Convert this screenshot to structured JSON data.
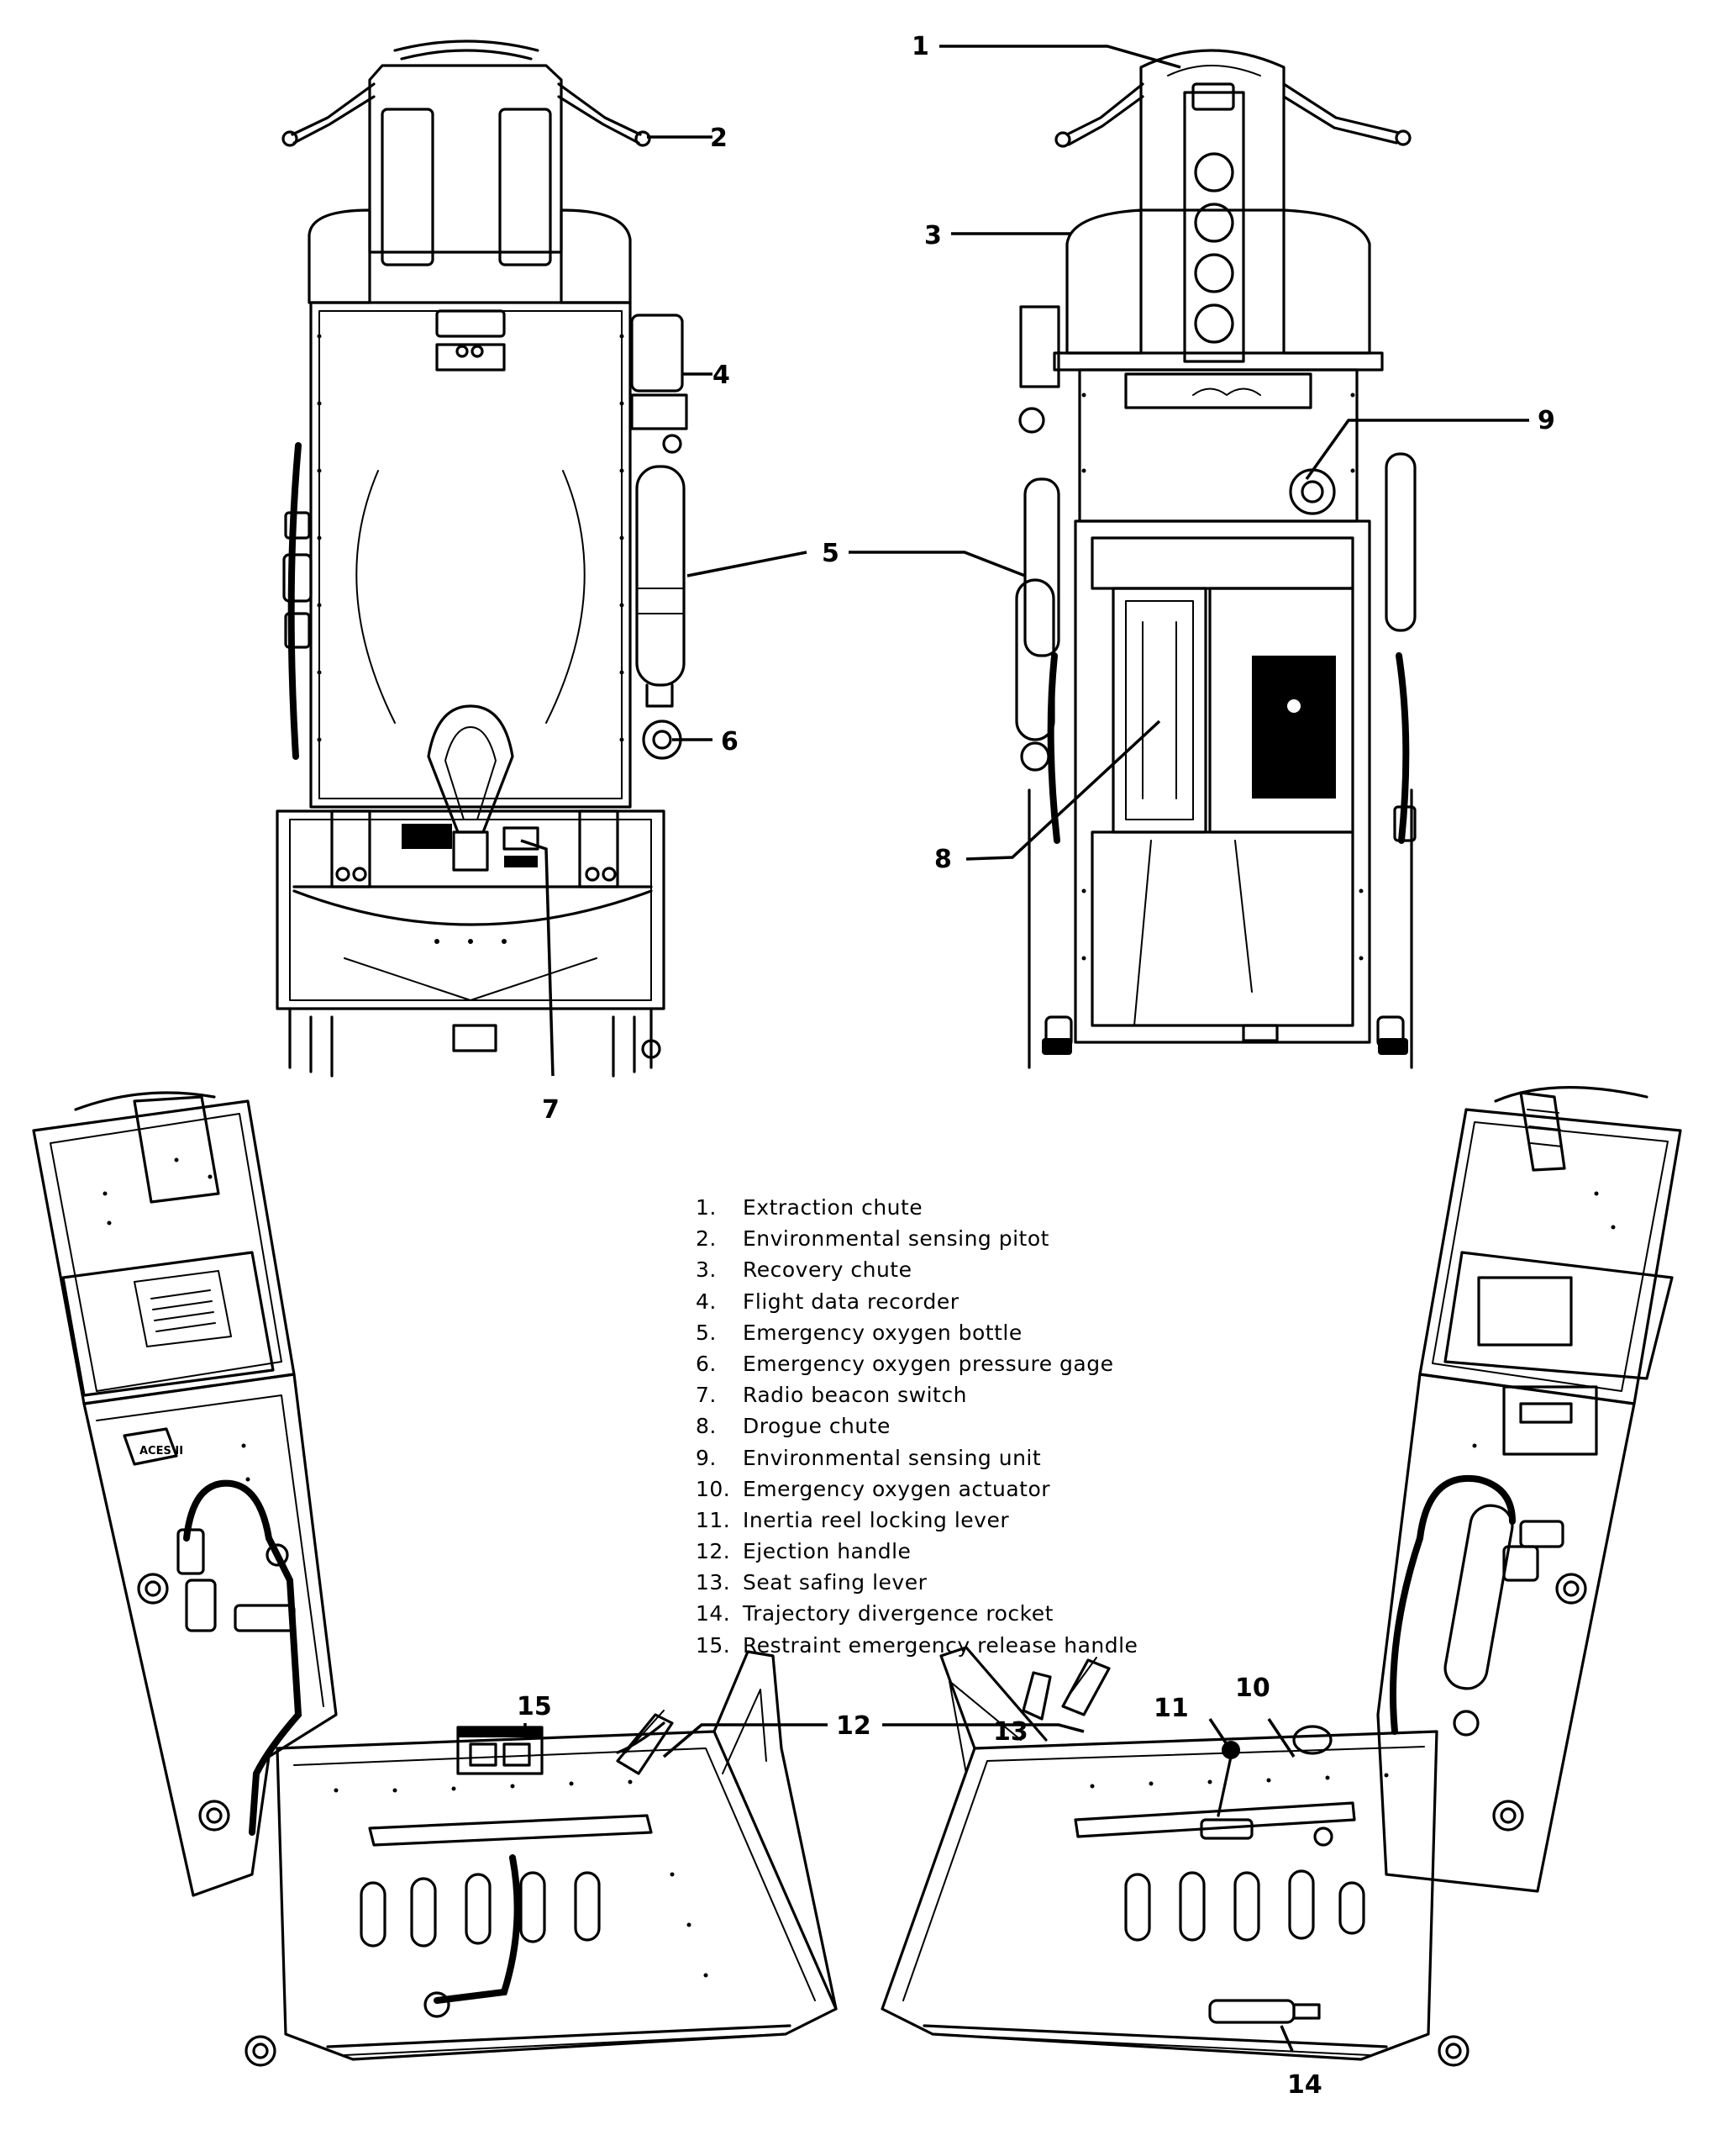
{
  "callouts": [
    "1",
    "2",
    "3",
    "4",
    "5",
    "6",
    "7",
    "8",
    "9",
    "10",
    "11",
    "12",
    "13",
    "14",
    "15"
  ],
  "legend": [
    {
      "num": "1.",
      "label": "Extraction chute"
    },
    {
      "num": "2.",
      "label": "Environmental sensing pitot"
    },
    {
      "num": "3.",
      "label": "Recovery chute"
    },
    {
      "num": "4.",
      "label": "Flight data recorder"
    },
    {
      "num": "5.",
      "label": "Emergency oxygen bottle"
    },
    {
      "num": "6.",
      "label": "Emergency oxygen pressure gage"
    },
    {
      "num": "7.",
      "label": "Radio beacon switch"
    },
    {
      "num": "8.",
      "label": "Drogue chute"
    },
    {
      "num": "9.",
      "label": "Environmental sensing unit"
    },
    {
      "num": "10.",
      "label": "Emergency oxygen actuator"
    },
    {
      "num": "11.",
      "label": "Inertia reel locking lever"
    },
    {
      "num": "12.",
      "label": "Ejection handle"
    },
    {
      "num": "13.",
      "label": "Seat safing lever"
    },
    {
      "num": "14.",
      "label": "Trajectory divergence rocket"
    },
    {
      "num": "15.",
      "label": "Restraint emergency release handle"
    }
  ],
  "badge": {
    "text": "ACES II"
  },
  "colors": {
    "ink": "#000000",
    "paper": "#ffffff"
  }
}
